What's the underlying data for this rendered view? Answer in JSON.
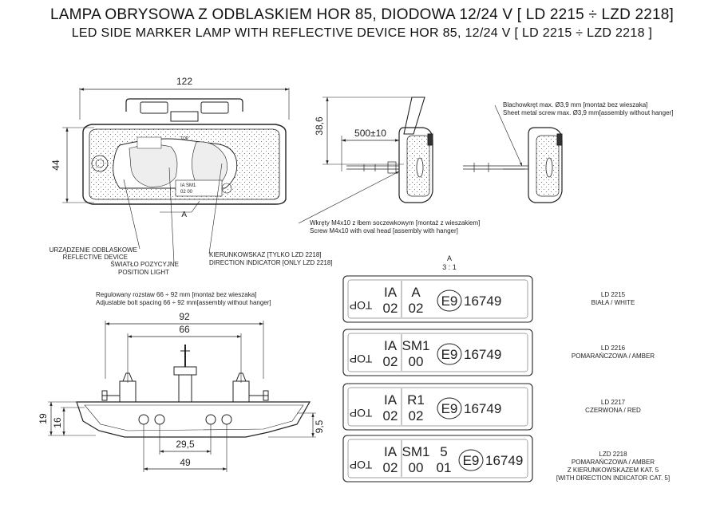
{
  "title_pl": "LAMPA OBRYSOWA Z ODBLASKIEM HOR 85, DIODOWA 12/24 V [ LD 2215 ÷ LZD 2218]",
  "title_en": "LED SIDE MARKER LAMP WITH REFLECTIVE DEVICE HOR 85, 12/24 V [ LD 2215 ÷ LZD 2218 ]",
  "front_view": {
    "width_dim": "122",
    "height_dim": "44",
    "detail_ref": "A",
    "lamp_top_mark": "TOP",
    "lamp_marking_1": "IA SM1",
    "lamp_marking_2": "02 00"
  },
  "side_view": {
    "height_dim": "38,6",
    "cable_dim": "500±10",
    "screw_note_pl": "Wkręty M4x10 z łbem soczewkowym [montaż z wieszakiem]",
    "screw_note_en": "Screw M4x10 with oval head [assembly with hanger]"
  },
  "right_view": {
    "sheet_screw_pl": "Blachowkręt max. Ø3,9 mm [montaż bez wieszaka]",
    "sheet_screw_en": "Sheet metal screw max. Ø3,9 mm[assembly without hanger]"
  },
  "labels": {
    "reflective_pl": "URZĄDZENIE ODBLASKOWE",
    "reflective_en": "REFLECTIVE DEVICE",
    "position_pl": "ŚWIATŁO POZYCYJNE",
    "position_en": "POSITION LIGHT",
    "direction_pl": "KIERUNKOWSKAZ [TYLKO LZD 2218]",
    "direction_en": "DIRECTION INDICATOR [ONLY LZD 2218]"
  },
  "bottom_view": {
    "bolt_note_pl": "Regulowany rozstaw 66 ÷ 92 mm [montaż bez wieszaka]",
    "bolt_note_en": "Adjustable bolt spacing 66 ÷ 92 mm[assembly without hanger]",
    "dim_92": "92",
    "dim_66": "66",
    "dim_19": "19",
    "dim_16": "16",
    "dim_9_5": "9,5",
    "dim_29_5": "29,5",
    "dim_49": "49"
  },
  "detail": {
    "title": "A",
    "scale": "3 : 1"
  },
  "plates": [
    {
      "l1": "IA",
      "l2": "02",
      "m1": "A",
      "m2": "02",
      "x1": "",
      "x2": "",
      "approval": "E9",
      "number": "16749",
      "top": "TOP",
      "code": "LD 2215",
      "desc1": "BIAŁA / WHITE",
      "desc2": "",
      "desc3": ""
    },
    {
      "l1": "IA",
      "l2": "02",
      "m1": "SM1",
      "m2": "00",
      "x1": "",
      "x2": "",
      "approval": "E9",
      "number": "16749",
      "top": "TOP",
      "code": "LD 2216",
      "desc1": "POMARAŃCZOWA / AMBER",
      "desc2": "",
      "desc3": ""
    },
    {
      "l1": "IA",
      "l2": "02",
      "m1": "R1",
      "m2": "02",
      "x1": "",
      "x2": "",
      "approval": "E9",
      "number": "16749",
      "top": "TOP",
      "code": "LD 2217",
      "desc1": "CZERWONA / RED",
      "desc2": "",
      "desc3": ""
    },
    {
      "l1": "IA",
      "l2": "02",
      "m1": "SM1",
      "m2": "00",
      "x1": "5",
      "x2": "01",
      "approval": "E9",
      "number": "16749",
      "top": "TOP",
      "code": "LZD 2218",
      "desc1": "POMARAŃCZOWA / AMBER",
      "desc2": "Z KIERUNKOWSKAZEM KAT. 5",
      "desc3": "[WITH DIRECTION INDICATOR CAT. 5]"
    }
  ]
}
